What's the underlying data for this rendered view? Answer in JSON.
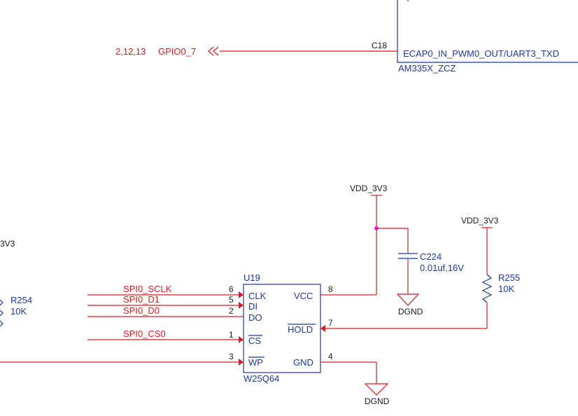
{
  "schematic": {
    "top": {
      "net_label": "GPIO0_7",
      "sheet_refs": "2,12,13",
      "pin_label": "C18",
      "signal_text": "ECAP0_IN_PWM0_OUT/UART3_TXD",
      "part_name": "AM335X_ZCZ"
    },
    "left_partial": {
      "power_fragment": "3V3",
      "resistor_ref": "R254",
      "resistor_value": "10K"
    },
    "flash": {
      "ref": "U19",
      "part": "W25Q64",
      "pins": {
        "clk": "CLK",
        "di": "DI",
        "do": "DO",
        "cs": "CS",
        "wp": "WP",
        "vcc": "VCC",
        "hold": "HOLD",
        "gnd": "GND"
      },
      "pin_numbers": {
        "clk": "6",
        "di": "5",
        "do": "2",
        "cs": "1",
        "wp": "3",
        "vcc": "8",
        "hold": "7",
        "gnd": "4"
      }
    },
    "nets": {
      "sclk": "SPI0_SCLK",
      "d1": "SPI0_D1",
      "d0": "SPI0_D0",
      "cs0": "SPI0_CS0"
    },
    "power": {
      "vdd1": "VDD_3V3",
      "vdd2": "VDD_3V3",
      "gnd1": "DGND",
      "gnd2": "DGND"
    },
    "cap": {
      "ref": "C224",
      "value": "0.01uf,16V"
    },
    "resistor": {
      "ref": "R255",
      "value": "10K"
    },
    "colors": {
      "wire": "#d21f1f",
      "component": "#1f3a93",
      "junction": "#e020e0"
    }
  }
}
